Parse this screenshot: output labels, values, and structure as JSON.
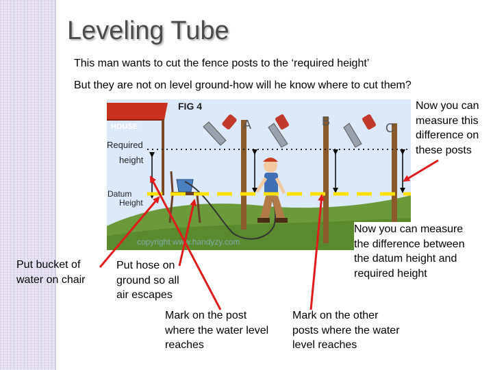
{
  "slide": {
    "title": "Leveling Tube",
    "line1": "This man wants to cut the fence posts to the ‘required height’",
    "line2": "But they are not on level ground-how will he know where to cut them?"
  },
  "figure": {
    "fig_label": "FIG 4",
    "house_label": "HOUSE",
    "required_label_1": "Required",
    "required_label_2": "height",
    "datum_label_1": "Datum",
    "datum_label_2": "Height",
    "post_labels": [
      "A",
      "B",
      "C"
    ],
    "watermark": "copyright www.handyzy.com"
  },
  "notes": {
    "top_right": [
      "Now you can",
      "measure this",
      "difference on",
      "these posts"
    ],
    "bucket": [
      "Put bucket of",
      "water on chair"
    ],
    "hose": [
      "Put hose on",
      "ground so all",
      "air escapes"
    ],
    "mark_post": [
      "Mark on the post",
      "where the water level",
      "reaches"
    ],
    "measure_diff": [
      "Now you can measure",
      "the difference between",
      "the datum height and",
      "required height"
    ],
    "mark_other": [
      "Mark on the other",
      "posts where the water",
      "level reaches"
    ]
  },
  "colors": {
    "arrow": "#e01b1b",
    "datum_line": "#ffe100",
    "sky": "#dce9fb",
    "grass": "#6b9a3a"
  }
}
